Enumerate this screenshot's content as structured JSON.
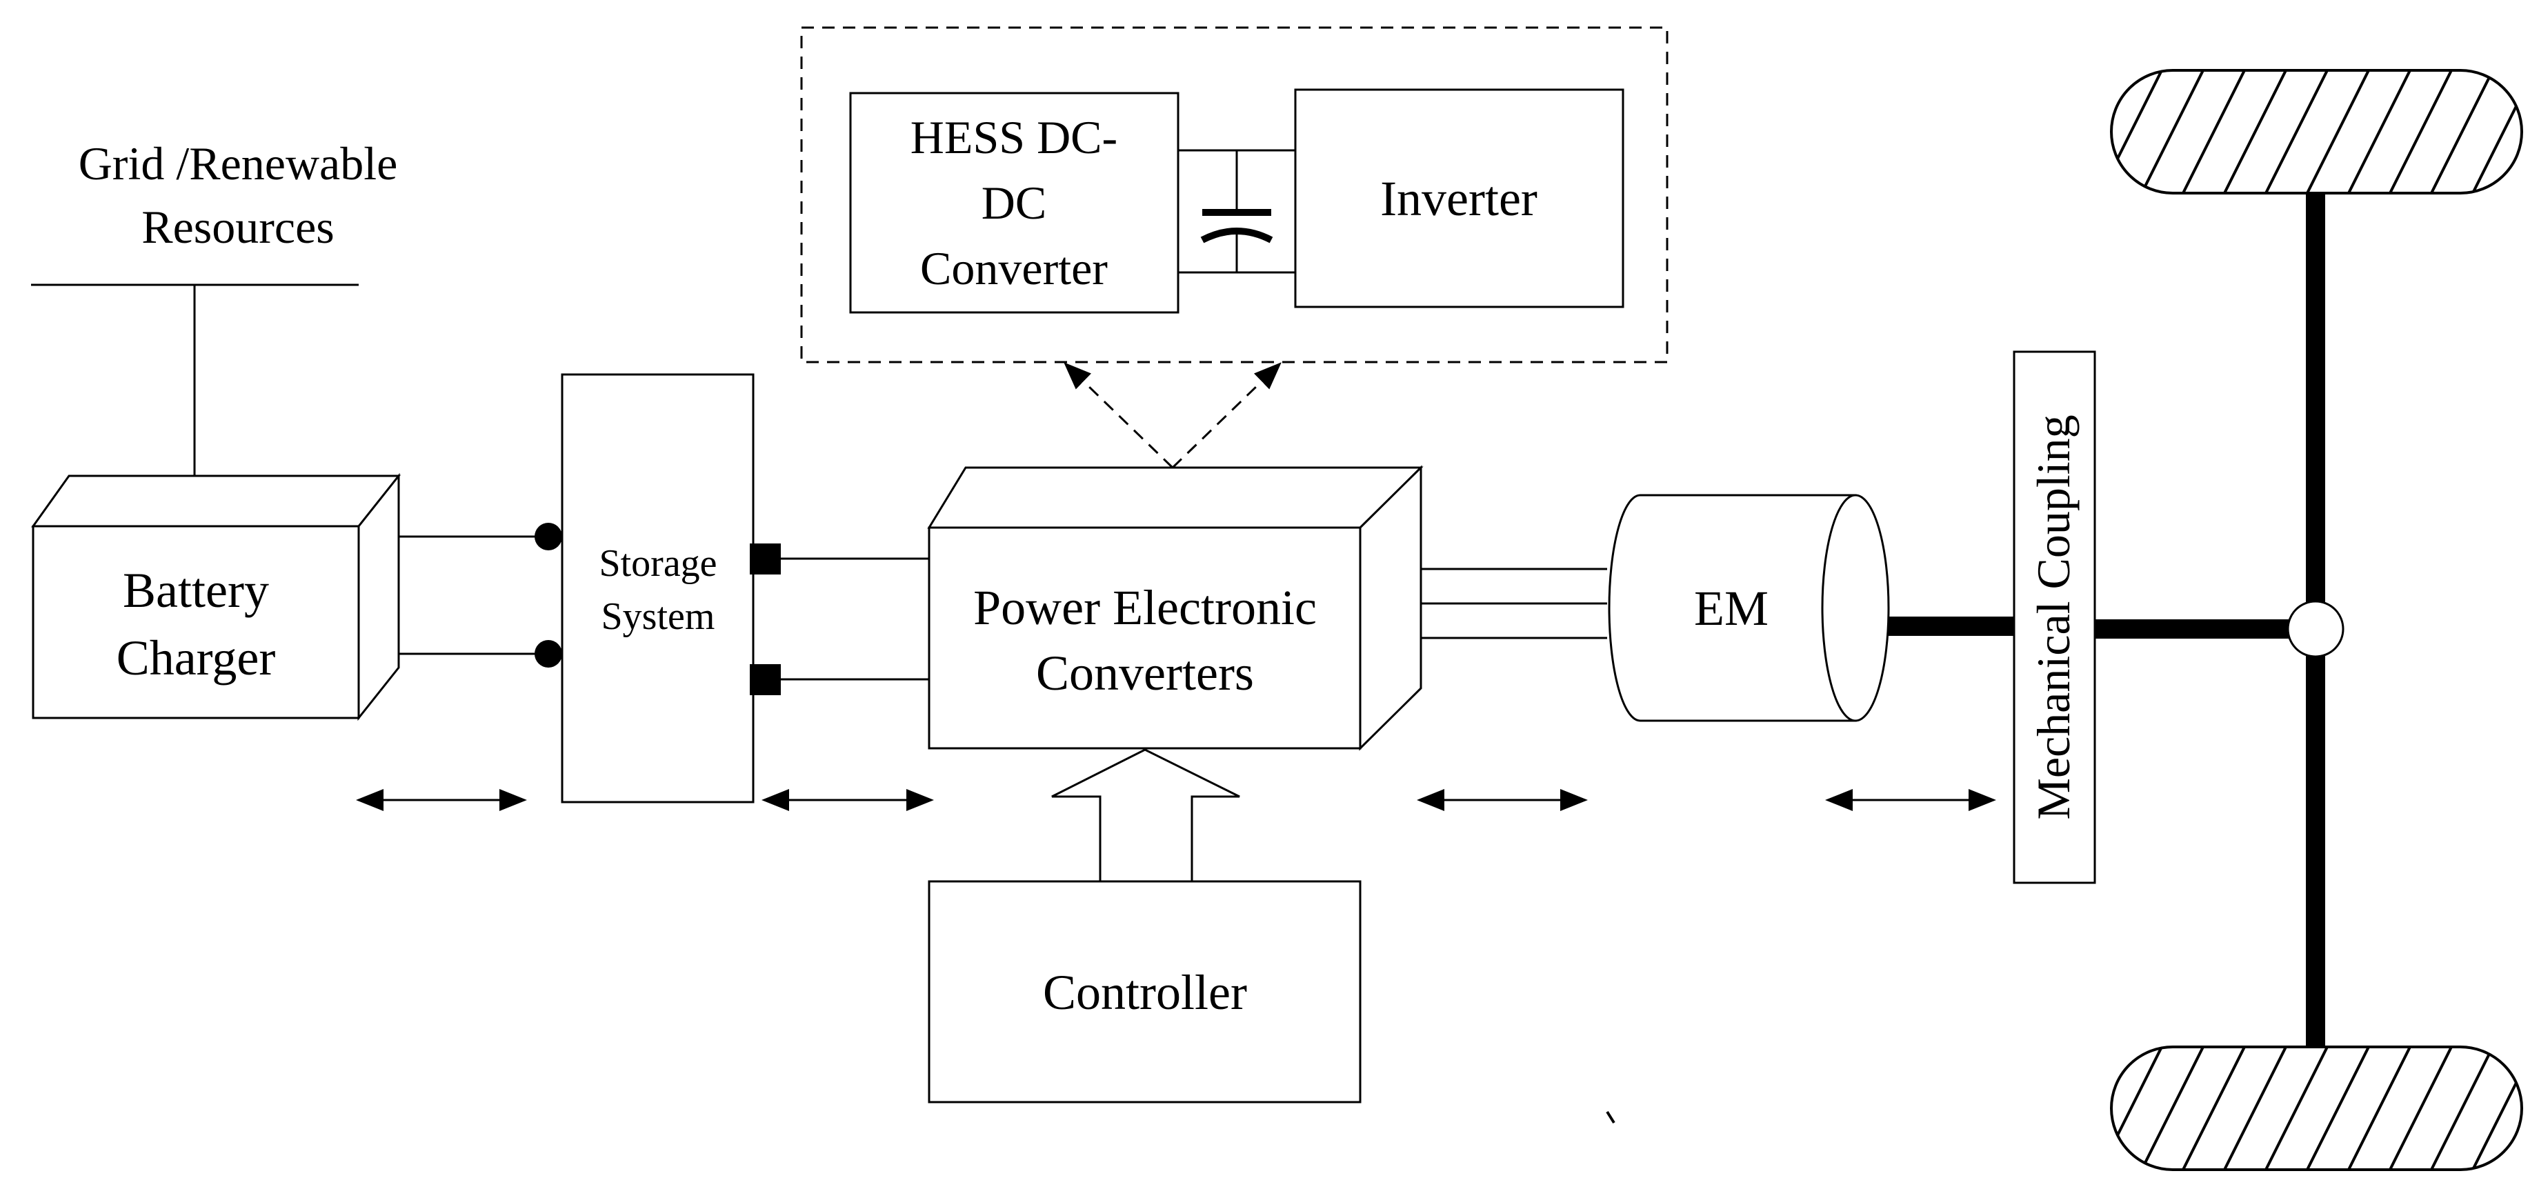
{
  "labels": {
    "grid_line1": "Grid /Renewable",
    "grid_line2": "Resources",
    "battery_line1": "Battery",
    "battery_line2": "Charger",
    "storage_line1": "Storage",
    "storage_line2": "System",
    "hess_line1": "HESS DC-",
    "hess_line2": "DC",
    "hess_line3": "Converter",
    "inverter": "Inverter",
    "pec_line1": "Power Electronic",
    "pec_line2": "Converters",
    "controller": "Controller",
    "em": "EM",
    "coupling": "Mechanical Coupling"
  }
}
